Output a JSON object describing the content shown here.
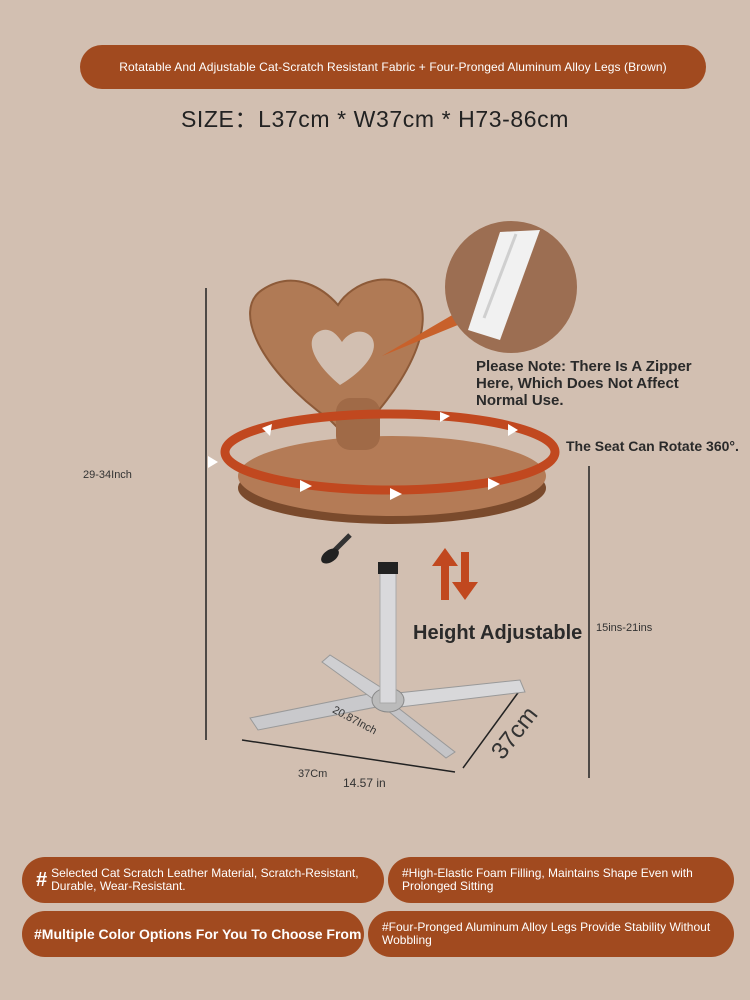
{
  "banner": "Rotatable And Adjustable Cat-Scratch Resistant Fabric + Four-Pronged Aluminum Alloy Legs (Brown)",
  "size_text": "SIZE：L37cm * W37cm * H73-86cm",
  "note": "Please Note: There Is A Zipper Here, Which Does Not Affect Normal Use.",
  "rotate": "The Seat Can Rotate 360°.",
  "height_adjustable": "Height Adjustable",
  "dimensions": {
    "total_height": "29-34Inch",
    "seat_height": "15ins-21ins",
    "diagonal": "20.87Inch",
    "width_cm": "37Cm",
    "width_in": "14.57 in",
    "depth_cm": "37cm"
  },
  "features": [
    {
      "hash": "#",
      "text": "Selected Cat Scratch Leather Material, Scratch-Resistant, Durable, Wear-Resistant."
    },
    {
      "text": "#High-Elastic Foam Filling, Maintains Shape Even with Prolonged Sitting"
    },
    {
      "text": "#Multiple Color Options For You To Choose From"
    },
    {
      "text": "#Four-Pronged Aluminum Alloy Legs Provide Stability Without Wobbling"
    }
  ],
  "colors": {
    "brand": "#a14a1f",
    "background": "#d2bfb1",
    "chair": "#b07a55"
  }
}
